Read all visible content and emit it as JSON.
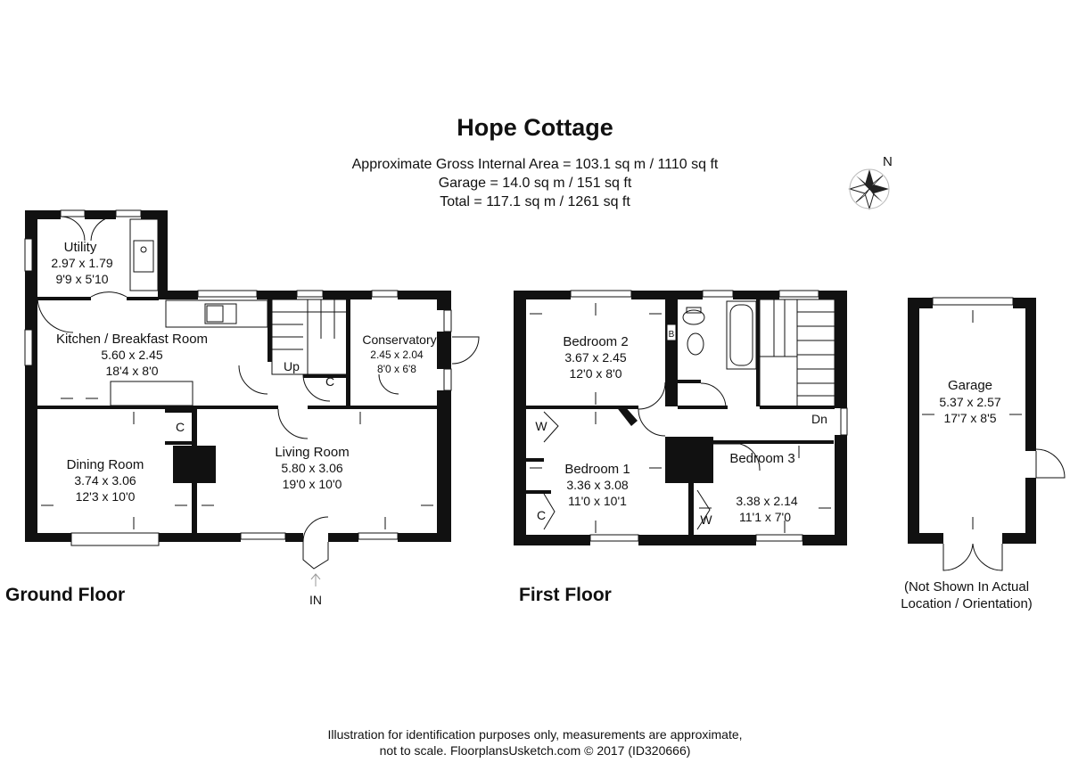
{
  "title": "Hope Cottage",
  "areas": [
    "Approximate Gross Internal Area = 103.1 sq m / 1110 sq ft",
    "Garage = 14.0 sq m / 151 sq ft",
    "Total = 117.1 sq m / 1261 sq ft"
  ],
  "compass": {
    "label": "N"
  },
  "ground_floor": {
    "label": "Ground Floor",
    "entrance_label": "IN",
    "stairs_label": "Up",
    "cupboard_label": "C",
    "rooms": {
      "utility": {
        "name": "Utility",
        "metric": "2.97 x 1.79",
        "imperial": "9'9 x 5'10"
      },
      "kitchen": {
        "name": "Kitchen / Breakfast Room",
        "metric": "5.60 x 2.45",
        "imperial": "18'4 x 8'0"
      },
      "conservatory": {
        "name": "Conservatory",
        "metric": "2.45 x 2.04",
        "imperial": "8'0 x 6'8"
      },
      "dining": {
        "name": "Dining Room",
        "metric": "3.74 x 3.06",
        "imperial": "12'3 x 10'0"
      },
      "living": {
        "name": "Living Room",
        "metric": "5.80 x 3.06",
        "imperial": "19'0 x 10'0"
      }
    }
  },
  "first_floor": {
    "label": "First Floor",
    "stairs_label": "Dn",
    "boiler_label": "B",
    "wardrobe_label": "W",
    "cupboard_label": "C",
    "rooms": {
      "bedroom2": {
        "name": "Bedroom 2",
        "metric": "3.67 x 2.45",
        "imperial": "12'0 x 8'0"
      },
      "bedroom1": {
        "name": "Bedroom 1",
        "metric": "3.36 x 3.08",
        "imperial": "11'0 x 10'1"
      },
      "bedroom3": {
        "name": "Bedroom 3",
        "metric": "3.38 x 2.14",
        "imperial": "11'1 x 7'0"
      }
    }
  },
  "garage": {
    "name": "Garage",
    "metric": "5.37 x 2.57",
    "imperial": "17'7 x 8'5",
    "note_line1": "(Not Shown In Actual",
    "note_line2": "Location / Orientation)"
  },
  "footer": {
    "line1": "Illustration for identification purposes only, measurements are approximate,",
    "line2": "not to scale. FloorplansUsketch.com © 2017 (ID320666)"
  }
}
